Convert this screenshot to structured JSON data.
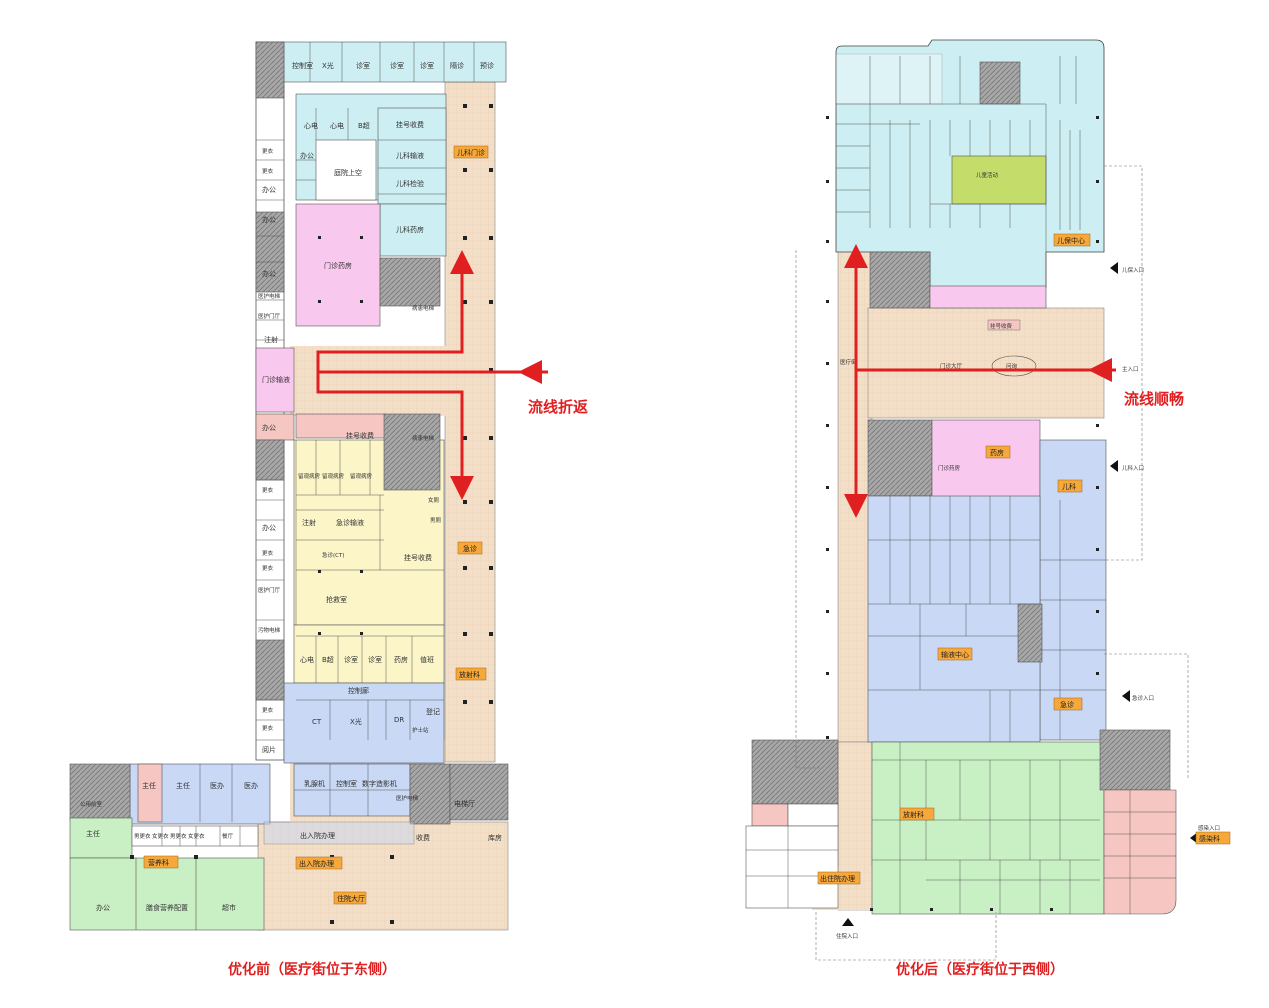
{
  "colors": {
    "cyan": "#cdeef2",
    "pink": "#f9c8ee",
    "yellow": "#fbf5c7",
    "blue": "#c8d8f5",
    "green": "#c9f0c4",
    "salmon": "#f6c6c3",
    "corridor": "#f3dfc7",
    "tag_orange": "#f7a83a",
    "arrow_red": "#e02020",
    "lime": "#c4dc6a",
    "gray": "#9a9a9a"
  },
  "left_plan": {
    "caption": "优化前（医疗街位于东侧）",
    "flow_label": "流线折返",
    "tags": {
      "pediatric_clinic": "儿科门诊",
      "emergency": "急诊",
      "radiology": "放射科",
      "admission": "出入院办理",
      "nutrition": "营养科",
      "inpatient_hall": "住院大厅"
    },
    "rooms": {
      "control1": "控制室",
      "xray1": "X光",
      "exam1": "诊室",
      "exam2": "诊室",
      "exam3": "诊室",
      "isolation": "隔诊",
      "triage": "预诊",
      "ecg1": "心电",
      "ecg2": "心电",
      "bultra1": "B超",
      "register1": "挂号收费",
      "office1": "办公",
      "atrium": "庭院上空",
      "ped_infusion": "儿科输液",
      "ped_test": "儿科检验",
      "ped_pharmacy": "儿科药房",
      "change1": "更衣",
      "change2": "更衣",
      "office2": "办公",
      "office3": "办公",
      "office4": "办公",
      "outpatient_pharmacy": "门诊药房",
      "elevator1": "医护电梯",
      "staff_hall1": "医护门厅",
      "inject1": "注射",
      "outpatient_infusion": "门诊输液",
      "patient_lift1": "病患电梯",
      "office5": "办公",
      "register2": "挂号收费",
      "patient_lift2": "病患电梯",
      "observe1": "留观病房",
      "observe2": "留观病房",
      "observe3": "留观病房",
      "change3": "更衣",
      "office6": "办公",
      "toilet_f": "女厕",
      "toilet_m": "男厕",
      "inject2": "注射",
      "er_infusion": "急诊输液",
      "er_ct": "急诊(CT)",
      "register3": "挂号收费",
      "change4": "更衣",
      "change5": "更衣",
      "staff_hall2": "医护门厅",
      "rescue": "抢救室",
      "dirty": "污物电梯",
      "ecg3": "心电",
      "bultra2": "B超",
      "exam4": "诊室",
      "exam5": "诊室",
      "pharmacy2": "药房",
      "supply": "值班",
      "control2": "控制廊",
      "change6": "更衣",
      "change7": "更衣",
      "ct": "CT",
      "xray2": "X光",
      "dr": "DR",
      "register4": "登记",
      "nurse1": "护士站",
      "film": "阅片",
      "mri": "乳腺机",
      "control3": "控制室",
      "dsa": "数字造影机",
      "staff_lift": "医护电梯",
      "elevator_hall": "电梯厅",
      "director1": "主任",
      "director2": "主任",
      "doctor_office": "医办",
      "doctor2": "医办",
      "shared_change": "公用前室",
      "director3": "主任",
      "changeA": "男更衣",
      "changeB": "女更衣",
      "changeC": "男更衣",
      "changeD": "女更衣",
      "meal": "餐厅",
      "admission_room": "出入院办理",
      "store": "库房",
      "office7": "办公",
      "nutrition_room": "膳食营养配置",
      "supermarket": "超市",
      "cashier": "收费"
    }
  },
  "right_plan": {
    "caption": "优化后（医疗街位于西侧）",
    "flow_label": "流线顺畅",
    "tags": {
      "child_center": "儿保中心",
      "pediatrics": "儿科",
      "pharmacy": "药房",
      "infusion_center": "输液中心",
      "emergency": "急诊",
      "radiology": "放射科",
      "admission": "出住院办理",
      "infection": "感染科"
    },
    "rooms": {
      "register": "挂号收费",
      "clinic_hall": "门诊大厅",
      "reception": "问询",
      "child_play": "儿童活动",
      "outpatient_pharmacy": "门诊药房",
      "corridor_label": "医疗街"
    },
    "entrances": {
      "e1": "儿保入口",
      "e2": "主入口",
      "e3": "儿科入口",
      "e4": "急诊入口",
      "e5": "住院入口",
      "e6": "感染入口"
    }
  }
}
